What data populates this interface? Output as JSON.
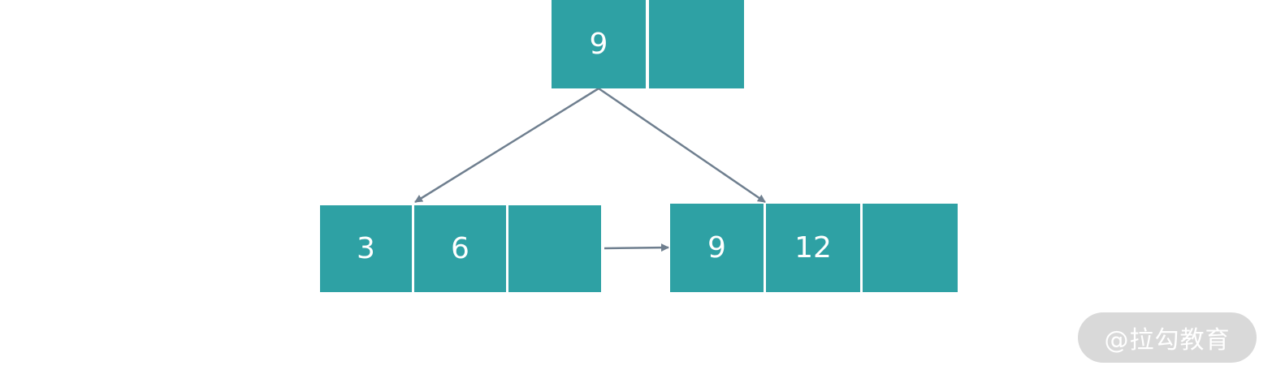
{
  "colors": {
    "node": "#2ea1a4",
    "node_text": "#ffffff",
    "edge": "#6f7f8f",
    "watermark_bg": "#d9d9d9"
  },
  "tree": {
    "root": {
      "keys": [
        "9",
        ""
      ]
    },
    "leaves": [
      {
        "keys": [
          "3",
          "6",
          ""
        ]
      },
      {
        "keys": [
          "9",
          "12",
          ""
        ]
      }
    ]
  },
  "watermark": {
    "text": "@拉勾教育"
  }
}
